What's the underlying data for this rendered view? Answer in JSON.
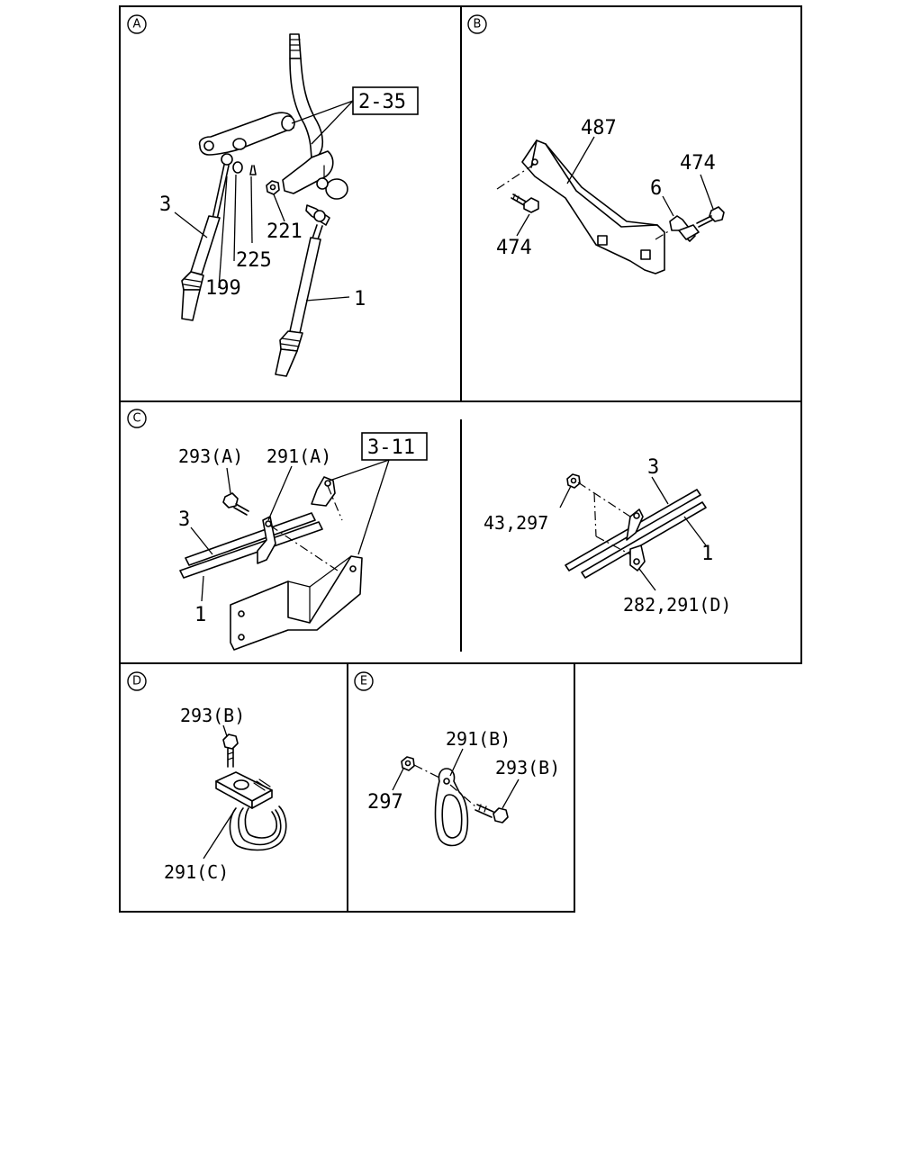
{
  "panels": {
    "A": {
      "marker": "A",
      "ref": "2-35",
      "labels": {
        "p3": "3",
        "p221": "221",
        "p225": "225",
        "p199": "199",
        "p1": "1"
      }
    },
    "B": {
      "marker": "B",
      "labels": {
        "p487": "487",
        "p474_top": "474",
        "p6": "6",
        "p474_left": "474"
      }
    },
    "C": {
      "marker": "C",
      "ref": "3-11",
      "labels": {
        "p293a": "293(A)",
        "p291a": "291(A)",
        "p3": "3",
        "p1": "1",
        "p43_297": "43,297",
        "p3b": "3",
        "p1b": "1",
        "p282_291d": "282,291(D)"
      }
    },
    "D": {
      "marker": "D",
      "labels": {
        "p293b": "293(B)",
        "p291c": "291(C)"
      }
    },
    "E": {
      "marker": "E",
      "labels": {
        "p291b": "291(B)",
        "p293b": "293(B)",
        "p297": "297"
      }
    }
  }
}
